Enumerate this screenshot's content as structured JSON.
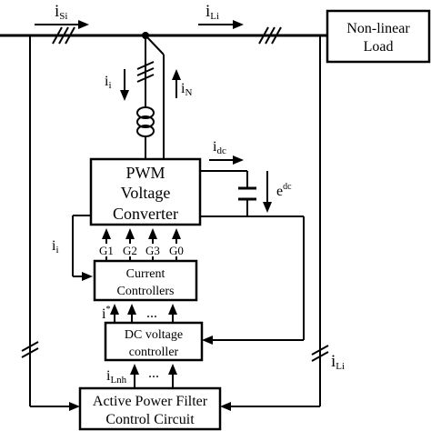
{
  "labels": {
    "i_s": {
      "main": "i",
      "sub": "Si"
    },
    "i_l": {
      "main": "i",
      "sub": "Li"
    },
    "i_i_top": {
      "main": "i",
      "sub": "i"
    },
    "i_n": {
      "main": "i",
      "sub": "N"
    },
    "i_dc": {
      "main": "i",
      "sub": "dc"
    },
    "e_dc": {
      "main": "e",
      "sup": "dc"
    },
    "i_i_left": {
      "main": "i",
      "sub": "i"
    },
    "i_star": {
      "main": "i",
      "sup": "*"
    },
    "i_lnh": {
      "main": "i",
      "sub": "Lnh"
    },
    "i_li_right": {
      "main": "i",
      "sub": "Li"
    }
  },
  "blocks": {
    "load": {
      "line1": "Non-linear",
      "line2": "Load"
    },
    "pwm": {
      "line1": "PWM",
      "line2": "Voltage",
      "line3": "Converter"
    },
    "current_controllers": {
      "line1": "Current",
      "line2": "Controllers"
    },
    "dc_controller": {
      "line1": "DC voltage",
      "line2": "controller"
    },
    "apf": {
      "line1": "Active Power Filter",
      "line2": "Control Circuit"
    }
  },
  "gates": [
    "G1",
    "G2",
    "G3",
    "G0"
  ],
  "ellipsis": "..."
}
